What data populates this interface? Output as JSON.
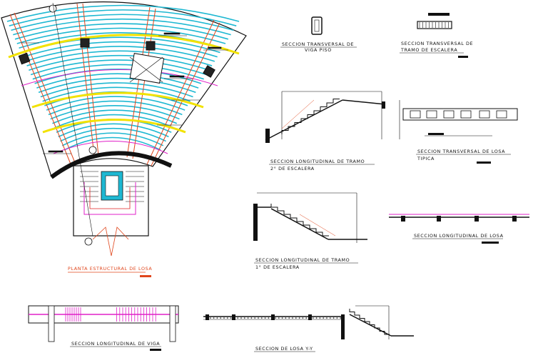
{
  "labels": {
    "planta": "PLANTA ESTRUCTURAL DE LOSA",
    "viga_piso_1": "SECCION TRANSVERSAL DE",
    "viga_piso_2": "VIGA PISO",
    "tramo_esc_1": "SECCION TRANSVERSAL DE",
    "tramo_esc_2": "TRAMO DE ESCALERA",
    "long2_1": "SECCION LONGITUDINAL DE TRAMO",
    "long2_2": "2° DE ESCALERA",
    "transv_losa_1": "SECCION TRANSVERSAL DE LOSA",
    "transv_losa_2": "TIPICA",
    "long1_1": "SECCION LONGITUDINAL DE TRAMO",
    "long1_2": "1° DE ESCALERA",
    "long_losa": "SECCION LONGITUDINAL DE LOSA",
    "long_viga": "SECCION LONGITUDINAL DE VIGA",
    "losa_yy": "SECCION DE LOSA Y-Y"
  },
  "colors": {
    "line": "#111111",
    "slab_fill": "#1eb8d2",
    "yellow": "#f2e200",
    "magenta": "#e020c8",
    "orange": "#e0461c",
    "red": "#e02020",
    "green": "#3aa040"
  }
}
